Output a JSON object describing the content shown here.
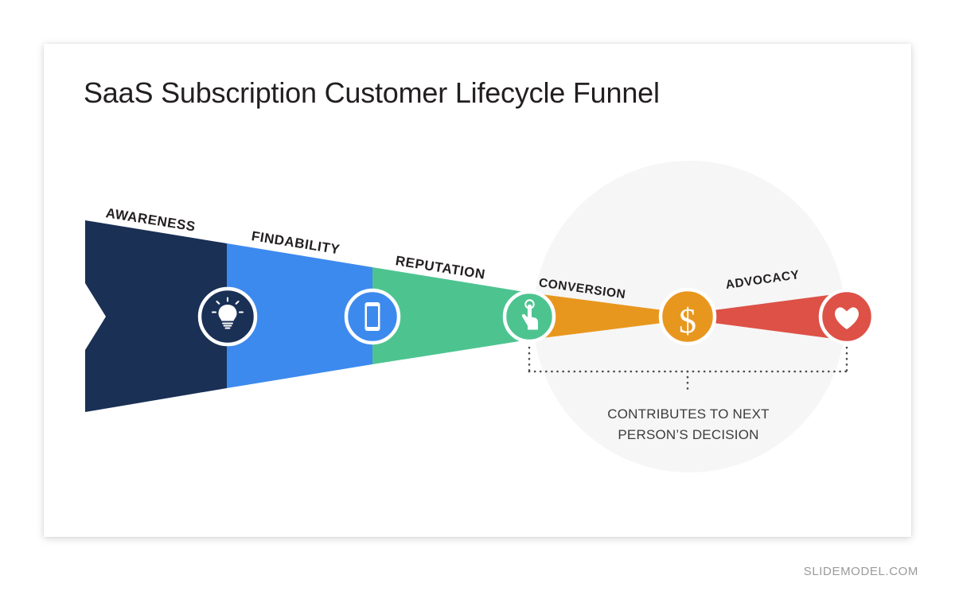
{
  "slide": {
    "title": "SaaS Subscription Customer Lifecycle Funnel",
    "watermark": "SLIDEMODEL.COM"
  },
  "chart_data": {
    "type": "funnel",
    "title": "SaaS Subscription Customer Lifecycle Funnel",
    "orientation": "horizontal-left-to-right",
    "annotation_line_1": "CONTRIBUTES TO NEXT",
    "annotation_line_2": "PERSON’S DECISION",
    "stages": [
      {
        "label": "AWARENESS",
        "color": "#1a3055",
        "icon": "lightbulb-icon",
        "icon_glyph": "☀",
        "order": 1
      },
      {
        "label": "FINDABILITY",
        "color": "#3d8aee",
        "icon": "smartphone-icon",
        "icon_glyph": "▯",
        "order": 2
      },
      {
        "label": "REPUTATION",
        "color": "#4dc490",
        "icon": "tap-hand-icon",
        "icon_glyph": "☝",
        "order": 3
      },
      {
        "label": "CONVERSION",
        "color": "#e8971e",
        "icon": "dollar-icon",
        "icon_glyph": "$",
        "order": 4
      },
      {
        "label": "ADVOCACY",
        "color": "#dd5147",
        "icon": "heart-icon",
        "icon_glyph": "♥",
        "order": 5
      }
    ],
    "feedback_loop": {
      "from_stage": "ADVOCACY",
      "to_stage": "CONVERSION",
      "style": "dotted-bracket",
      "label": "CONTRIBUTES TO NEXT PERSON’S DECISION"
    },
    "background_circle_color": "#f6f6f6"
  },
  "colors": {
    "navy": "#1a3055",
    "blue": "#3d8aee",
    "green": "#4dc490",
    "orange": "#e8971e",
    "red": "#dd5147",
    "circle_bg": "#f6f6f6",
    "title_text": "#231f20",
    "caption_text": "#3c3c3c",
    "watermark_text": "#9a9a9a",
    "card_bg": "#ffffff"
  }
}
